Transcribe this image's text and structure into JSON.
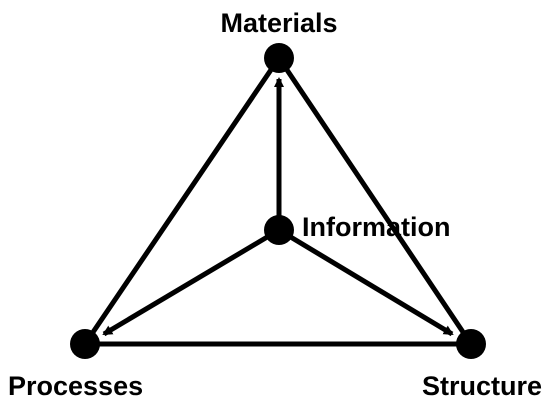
{
  "diagram": {
    "nodes": {
      "materials": "Materials",
      "information": "Information",
      "processes": "Processes",
      "structure": "Structure"
    },
    "edges": [
      {
        "from": "processes",
        "to": "materials",
        "arrow": false
      },
      {
        "from": "materials",
        "to": "structure",
        "arrow": false
      },
      {
        "from": "processes",
        "to": "structure",
        "arrow": false
      },
      {
        "from": "information",
        "to": "materials",
        "arrow": true
      },
      {
        "from": "information",
        "to": "processes",
        "arrow": true
      },
      {
        "from": "information",
        "to": "structure",
        "arrow": true
      }
    ],
    "colors": {
      "stroke": "#000000",
      "node": "#000000",
      "background": "#ffffff"
    }
  }
}
